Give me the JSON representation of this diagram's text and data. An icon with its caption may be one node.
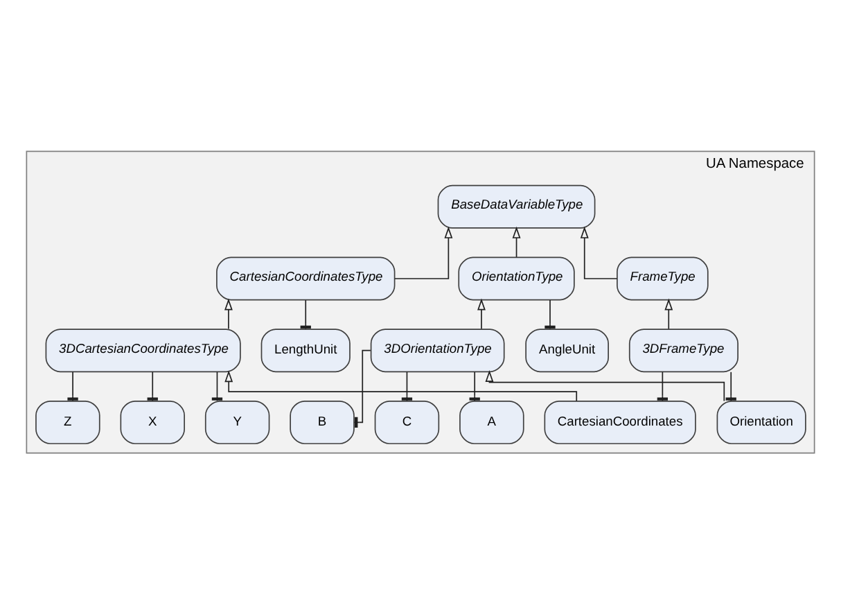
{
  "diagram": {
    "nodes": [
      {
        "text": [
          "UA Namespace"
        ]
      },
      {
        "text": [
          "BaseDataVariableType"
        ],
        "in": 0
      },
      {
        "text": [
          "CartesianCoordinatesType"
        ],
        "in": 0
      },
      {
        "text": [
          "OrientationType"
        ],
        "in": 0
      },
      {
        "text": [
          "FrameType"
        ],
        "in": 0
      },
      {
        "text": [
          "LengthUnit"
        ],
        "in": 0
      },
      {
        "text": [
          "AngleUnit"
        ],
        "in": 0
      },
      {
        "text": [
          "3DCartesianCoordinatesType"
        ],
        "in": 0
      },
      {
        "text": [
          "3DOrientationType"
        ],
        "in": 0
      },
      {
        "text": [
          "3DFrameType"
        ],
        "in": 0
      },
      {
        "text": [
          "X"
        ],
        "in": 0
      },
      {
        "text": [
          "Y"
        ],
        "in": 0
      },
      {
        "text": [
          "Z"
        ],
        "in": 0
      },
      {
        "text": [
          "A"
        ],
        "in": 0
      },
      {
        "text": [
          "B"
        ],
        "in": 0
      },
      {
        "text": [
          "C"
        ],
        "in": 0
      },
      {
        "text": [
          "CartesianCoordinates"
        ],
        "in": 0
      },
      {
        "text": [
          "Orientation"
        ],
        "in": 0
      }
    ],
    "edges": [
      {
        "from": 2,
        "to": 1,
        "arrow": "to"
      },
      {
        "from": 3,
        "to": 1,
        "arrow": "to"
      },
      {
        "from": 4,
        "to": 1,
        "arrow": "to"
      },
      {
        "from": 2,
        "to": 5,
        "arrow": "other"
      },
      {
        "from": 3,
        "to": 6,
        "arrow": "other"
      },
      {
        "from": 7,
        "to": 2,
        "arrow": "to"
      },
      {
        "from": 8,
        "to": 3,
        "arrow": "to"
      },
      {
        "from": 9,
        "to": 4,
        "arrow": "to"
      },
      {
        "from": 7,
        "to": 10,
        "arrow": "other"
      },
      {
        "from": 7,
        "to": 11,
        "arrow": "other"
      },
      {
        "from": 7,
        "to": 12,
        "arrow": "other"
      },
      {
        "from": 8,
        "to": 13,
        "arrow": "other"
      },
      {
        "from": 8,
        "to": 14,
        "arrow": "other"
      },
      {
        "from": 8,
        "to": 15,
        "arrow": "other"
      },
      {
        "from": 9,
        "to": 16,
        "arrow": "other"
      },
      {
        "from": 9,
        "to": 17,
        "arrow": "other"
      },
      {
        "from": 16,
        "to": 7,
        "arrow": "to"
      },
      {
        "from": 17,
        "to": 8,
        "arrow": "to"
      }
    ]
  }
}
